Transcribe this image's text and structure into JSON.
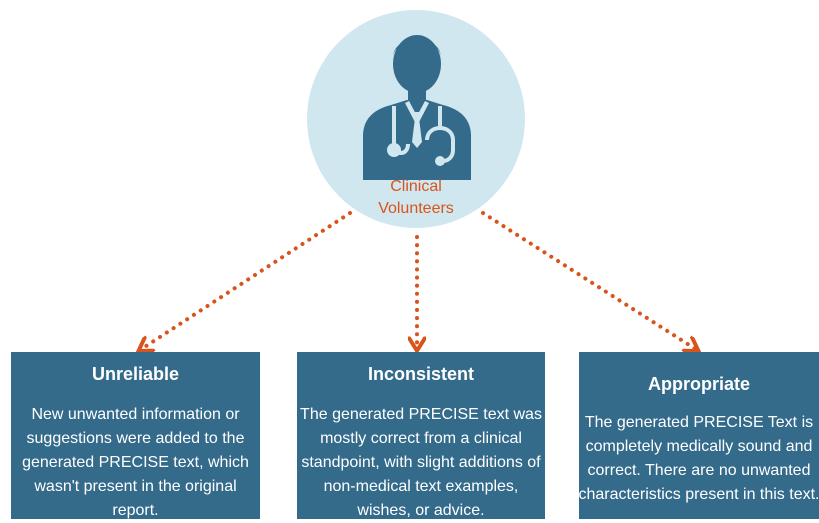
{
  "hub": {
    "icon": "doctor-stethoscope-icon",
    "label_line1": "Clinical",
    "label_line2": "Volunteers"
  },
  "categories": [
    {
      "title": "Unreliable",
      "description": "New unwanted information or suggestions were added to the generated PRECISE text, which wasn't present in the original report."
    },
    {
      "title": "Inconsistent",
      "description": "The generated PRECISE text was mostly correct from a clinical standpoint, with slight additions of non-medical text examples, wishes, or advice."
    },
    {
      "title": "Appropriate",
      "description": "The generated PRECISE Text is completely medically sound and correct. There are no unwanted characteristics present in this text."
    }
  ],
  "colors": {
    "hub_fill": "#d0e7ef",
    "icon": "#346b8b",
    "accent": "#d9541c",
    "box_fill": "#346b8b",
    "box_text": "#ffffff"
  }
}
